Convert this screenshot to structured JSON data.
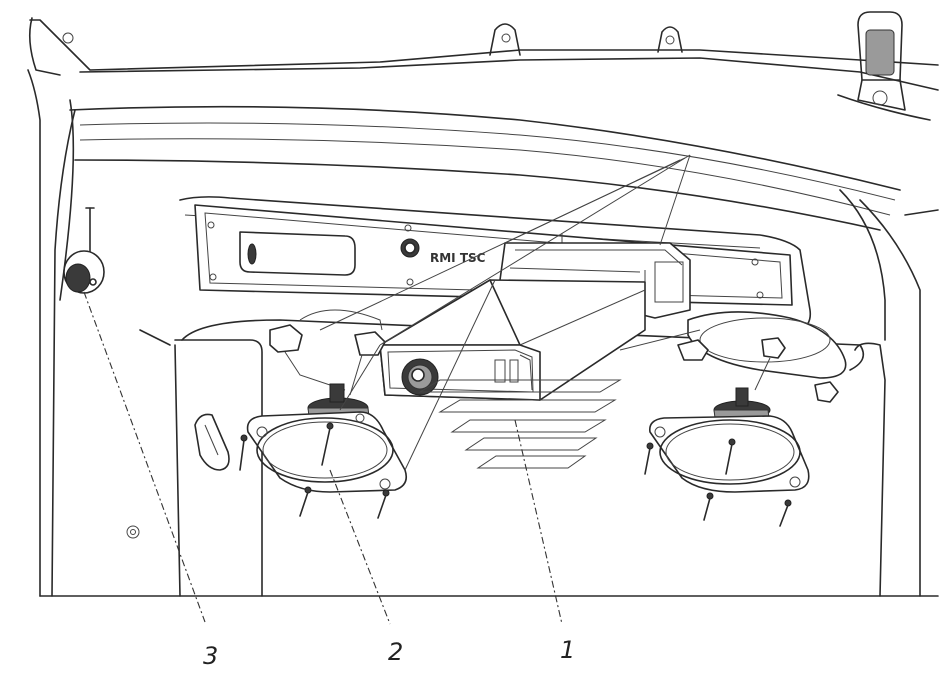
{
  "callouts": [
    {
      "id": "1",
      "label": "1"
    },
    {
      "id": "2",
      "label": "2"
    },
    {
      "id": "3",
      "label": "3"
    }
  ],
  "panel": {
    "brand_text": "RMI TSC"
  }
}
